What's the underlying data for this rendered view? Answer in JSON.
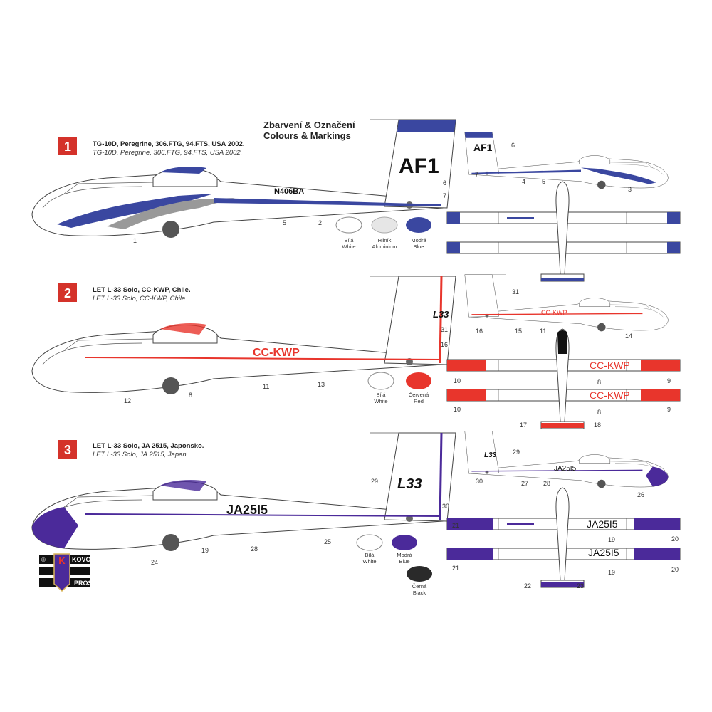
{
  "heading": {
    "cz": "Zbarvení & Označení",
    "en": "Colours & Markings"
  },
  "schemes": [
    {
      "badge": "1",
      "title": "TG-10D, Peregrine, 306.FTG, 94.FTS, USA 2002.",
      "subtitle": "TG-10D, Peregrine, 306.FTG, 94.FTS, USA 2002.",
      "registration": "N406BA",
      "fin_code": "AF1",
      "accent": "#3a47a0",
      "callouts_side": [
        "1",
        "5",
        "2",
        "6",
        "7"
      ],
      "callouts_small": [
        "6",
        "7",
        "4",
        "5",
        "3"
      ],
      "colours": [
        {
          "cz": "Bílá",
          "en": "White",
          "hex": "#ffffff"
        },
        {
          "cz": "Hliník",
          "en": "Aluminium",
          "hex": "#e6e6e6"
        },
        {
          "cz": "Modrá",
          "en": "Blue",
          "hex": "#3a47a0"
        }
      ]
    },
    {
      "badge": "2",
      "title": "LET L-33 Solo, CC-KWP, Chile.",
      "subtitle": "LET L-33 Solo, CC-KWP, Chile.",
      "registration": "CC-KWP",
      "fin_code": "L33",
      "accent": "#e8352c",
      "callouts_side": [
        "12",
        "8",
        "11",
        "13",
        "31",
        "16"
      ],
      "callouts_small": [
        "31",
        "16",
        "15",
        "11",
        "14"
      ],
      "callouts_plan": [
        "10",
        "8",
        "9",
        "10",
        "8",
        "9",
        "17",
        "18"
      ],
      "colours": [
        {
          "cz": "Bílá",
          "en": "White",
          "hex": "#ffffff"
        },
        {
          "cz": "Červená",
          "en": "Red",
          "hex": "#e8352c"
        }
      ]
    },
    {
      "badge": "3",
      "title": "LET L-33 Solo, JA 2515, Japonsko.",
      "subtitle": "LET L-33 Solo, JA 2515, Japan.",
      "registration": "JA25I5",
      "fin_code": "L33",
      "accent": "#4b2a9a",
      "callouts_side": [
        "29",
        "30",
        "24",
        "19",
        "28",
        "25"
      ],
      "callouts_small": [
        "29",
        "30",
        "27",
        "28",
        "26"
      ],
      "callouts_plan": [
        "21",
        "19",
        "20",
        "21",
        "19",
        "20",
        "22",
        "23"
      ],
      "colours": [
        {
          "cz": "Bílá",
          "en": "White",
          "hex": "#ffffff"
        },
        {
          "cz": "Modrá",
          "en": "Blue",
          "hex": "#4b2a9a"
        },
        {
          "cz": "Černá",
          "en": "Black",
          "hex": "#2a2a2a"
        }
      ]
    }
  ],
  "logo": {
    "mark": "K",
    "line1": "KOVOZÁVODY",
    "line2": "PROSTĚJOV",
    "registered": "®"
  }
}
